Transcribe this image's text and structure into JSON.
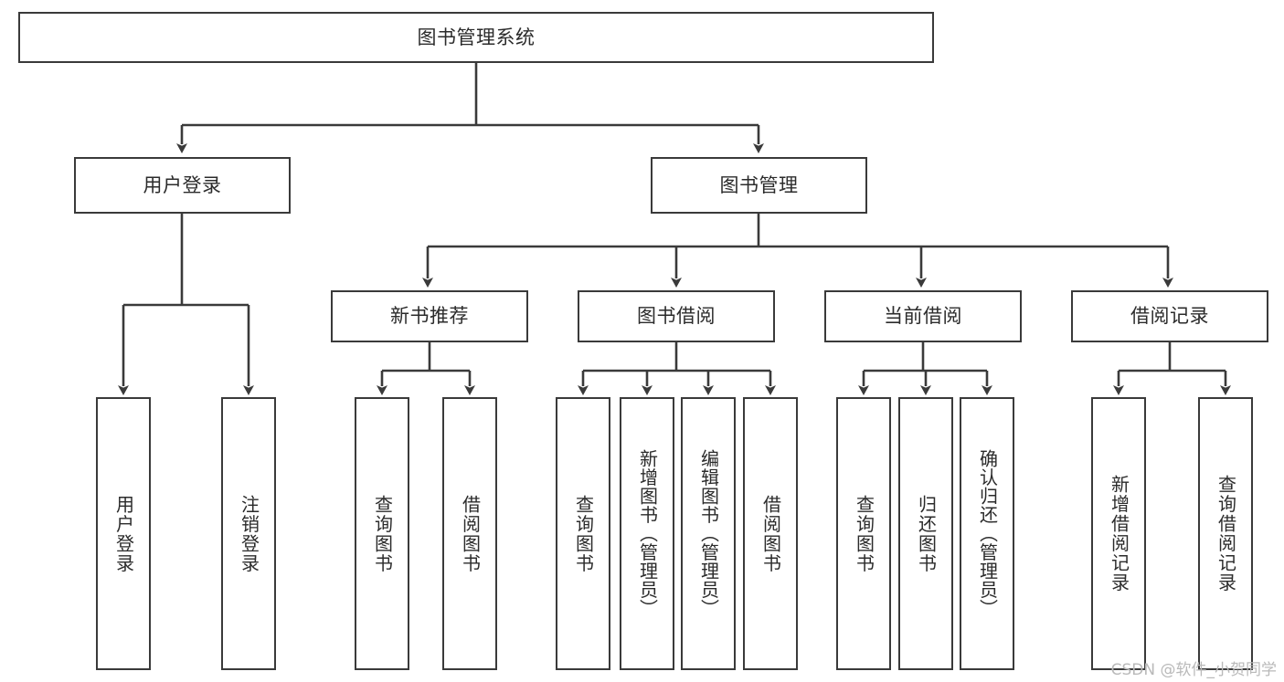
{
  "diagram": {
    "title": "图书管理系统",
    "type": "hierarchy-tree",
    "watermark": "CSDN @软件_小贺同学",
    "colors": {
      "stroke": "#3a3a3a",
      "fill": "#ffffff",
      "text": "#2b2b2b",
      "watermark": "#b9b9b9"
    },
    "root": {
      "label": "图书管理系统"
    },
    "level2": [
      {
        "id": "user-login",
        "label": "用户登录"
      },
      {
        "id": "book-manage",
        "label": "图书管理"
      }
    ],
    "level3": [
      {
        "id": "new-book-recommend",
        "label": "新书推荐"
      },
      {
        "id": "book-borrow",
        "label": "图书借阅"
      },
      {
        "id": "current-borrow",
        "label": "当前借阅"
      },
      {
        "id": "borrow-record",
        "label": "借阅记录"
      }
    ],
    "leaves": {
      "user_login": [
        {
          "id": "leaf-user-login",
          "label": "用户登录"
        },
        {
          "id": "leaf-logout",
          "label": "注销登录"
        }
      ],
      "new_book_recommend": [
        {
          "id": "leaf-query-book-1",
          "label": "查询图书"
        },
        {
          "id": "leaf-borrow-book-1",
          "label": "借阅图书"
        }
      ],
      "book_borrow": [
        {
          "id": "leaf-query-book-2",
          "label": "查询图书"
        },
        {
          "id": "leaf-add-book",
          "label": "新增图书（管理员）"
        },
        {
          "id": "leaf-edit-book",
          "label": "编辑图书（管理员）"
        },
        {
          "id": "leaf-borrow-book-2",
          "label": "借阅图书"
        }
      ],
      "current_borrow": [
        {
          "id": "leaf-query-book-3",
          "label": "查询图书"
        },
        {
          "id": "leaf-return-book",
          "label": "归还图书"
        },
        {
          "id": "leaf-confirm-return",
          "label": "确认归还（管理员）"
        }
      ],
      "borrow_record": [
        {
          "id": "leaf-add-record",
          "label": "新增借阅记录"
        },
        {
          "id": "leaf-query-record",
          "label": "查询借阅记录"
        }
      ]
    }
  }
}
